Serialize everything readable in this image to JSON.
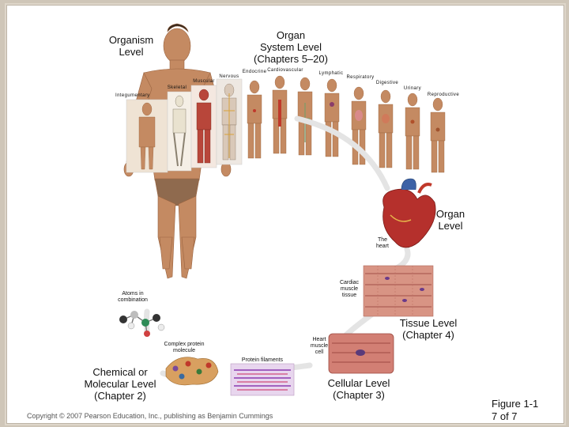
{
  "levels": {
    "organism": "Organism\nLevel",
    "organ_system": "Organ\nSystem Level\n(Chapters 5–20)",
    "organ": "Organ\nLevel",
    "tissue": "Tissue Level\n(Chapter 4)",
    "cellular": "Cellular Level\n(Chapter 3)",
    "chemical": "Chemical or\nMolecular Level\n(Chapter 2)"
  },
  "systems": [
    "Integumentary",
    "Skeletal",
    "Muscular",
    "Nervous",
    "Endocrine",
    "Cardiovascular",
    "Lymphatic",
    "Respiratory",
    "Digestive",
    "Urinary",
    "Reproductive"
  ],
  "callouts": {
    "heart": "The\nheart",
    "cardiac_tissue": "Cardiac\nmuscle\ntissue",
    "heart_cell": "Heart\nmuscle\ncell",
    "protein_filaments": "Protein filaments",
    "complex_protein": "Complex protein\nmolecule",
    "atoms": "Atoms in\ncombination"
  },
  "footer": {
    "copyright": "Copyright © 2007 Pearson Education, Inc., publishing as Benjamin Cummings",
    "figure": "Figure 1-1\n7 of 7"
  }
}
